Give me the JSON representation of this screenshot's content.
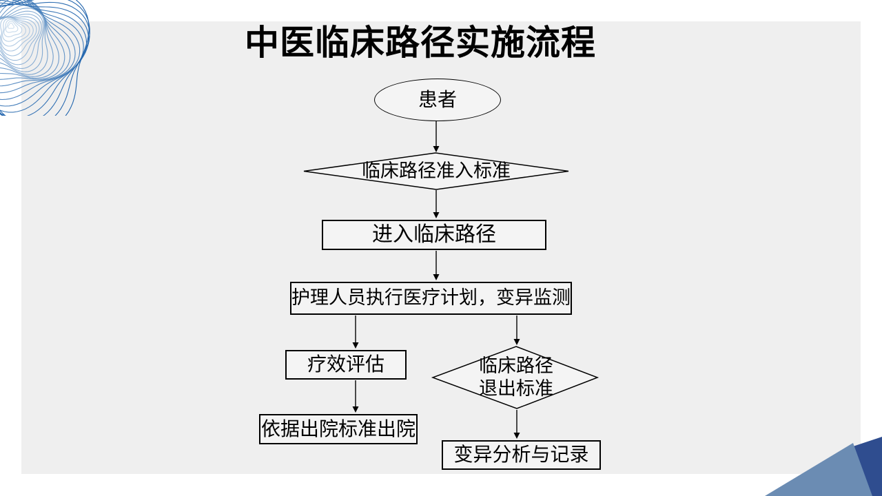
{
  "slide": {
    "title": "中医临床路径实施流程"
  },
  "flowchart": {
    "nodes": [
      {
        "id": "patient",
        "shape": "ellipse",
        "label": "患者"
      },
      {
        "id": "admission_criteria",
        "shape": "diamond",
        "label": "临床路径准入标准"
      },
      {
        "id": "enter_pathway",
        "shape": "process",
        "label": "进入临床路径"
      },
      {
        "id": "execute_plan",
        "shape": "process",
        "label": "护理人员执行医疗计划，变异监测"
      },
      {
        "id": "efficacy_evaluation",
        "shape": "process",
        "label": "疗效评估"
      },
      {
        "id": "exit_criteria",
        "shape": "diamond",
        "label": "临床路径\n退出标准"
      },
      {
        "id": "discharge",
        "shape": "process",
        "label": "依据出院标准出院"
      },
      {
        "id": "variation_record",
        "shape": "process",
        "label": "变异分析与记录"
      }
    ],
    "edges": [
      {
        "from": "patient",
        "to": "admission_criteria"
      },
      {
        "from": "admission_criteria",
        "to": "enter_pathway"
      },
      {
        "from": "enter_pathway",
        "to": "execute_plan"
      },
      {
        "from": "execute_plan",
        "to": "efficacy_evaluation"
      },
      {
        "from": "execute_plan",
        "to": "exit_criteria"
      },
      {
        "from": "efficacy_evaluation",
        "to": "discharge"
      },
      {
        "from": "exit_criteria",
        "to": "variation_record"
      }
    ]
  },
  "colors": {
    "page_bg": "#ffffff",
    "panel_bg": "#efefef",
    "node_fill": "#f4f4f4",
    "node_stroke": "#000000",
    "title_color": "#000000",
    "triangle_light": "#6b8cb3",
    "triangle_dark": "#2f4d8f",
    "swirl_inner": "#cfdfee",
    "swirl_outer": "#1f63ac"
  }
}
